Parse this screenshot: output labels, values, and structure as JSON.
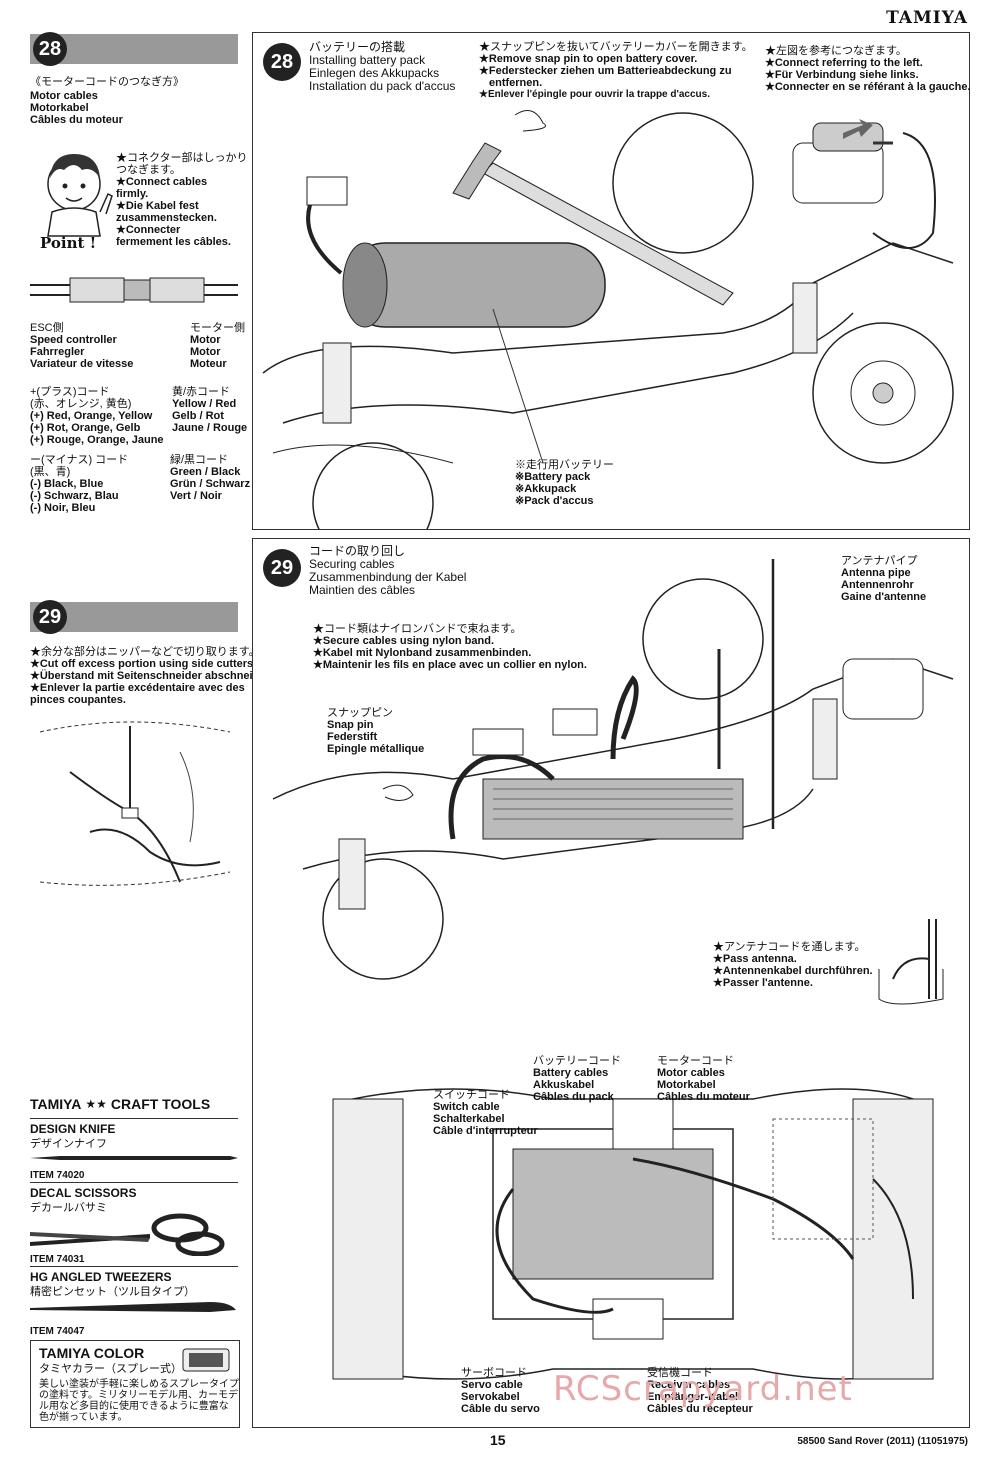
{
  "header": {
    "brand": "TAMIYA"
  },
  "sidebar": {
    "s28": {
      "number": "28",
      "title_jp": "《モーターコードのつなぎ方》",
      "title_lines": [
        "Motor cables",
        "Motorkabel",
        "Câbles du moteur"
      ],
      "point_label": "Point !",
      "tip_lines": [
        "★コネクター部はしっかり",
        "つなぎます。",
        "★Connect cables",
        "firmly.",
        "★Die Kabel fest",
        "zusammenstecken.",
        "★Connecter",
        "fermement les câbles."
      ],
      "esc_lines": [
        "ESC側",
        "Speed controller",
        "Fahrregler",
        "Variateur de vitesse"
      ],
      "motor_lines": [
        "モーター側",
        "Motor",
        "Motor",
        "Moteur"
      ],
      "plus_lines": [
        "+(プラス)コード",
        "(赤、オレンジ, 黄色)",
        "(+) Red, Orange, Yellow",
        "(+) Rot, Orange, Gelb",
        "(+) Rouge, Orange, Jaune"
      ],
      "plus_right_lines": [
        "黄/赤コード",
        "Yellow / Red",
        "Gelb / Rot",
        "Jaune / Rouge"
      ],
      "minus_lines": [
        "ー(マイナス) コード",
        "(黒、青)",
        "(-) Black, Blue",
        "(-) Schwarz, Blau",
        "(-) Noir, Bleu"
      ],
      "minus_right_lines": [
        "緑/黒コード",
        "Green / Black",
        "Grün / Schwarz",
        "Vert / Noir"
      ]
    },
    "s29": {
      "number": "29",
      "tip_lines": [
        "★余分な部分はニッパーなどで切り取ります。",
        "★Cut off excess portion using side cutters.",
        "★Überstand mit Seitenschneider abschneiden.",
        "★Enlever la partie excédentaire avec des",
        "pinces coupantes."
      ]
    },
    "tools": {
      "header_left": "TAMIYA",
      "header_right": "CRAFT TOOLS",
      "items": [
        {
          "name": "DESIGN KNIFE",
          "jp": "デザインナイフ",
          "code": "ITEM 74020"
        },
        {
          "name": "DECAL SCISSORS",
          "jp": "デカールバサミ",
          "code": "ITEM 74031"
        },
        {
          "name": "HG ANGLED TWEEZERS",
          "jp": "精密ピンセット（ツル目タイプ）",
          "code": "ITEM 74047"
        }
      ],
      "color_title": "TAMIYA COLOR",
      "color_jp": "タミヤカラー（スプレー式）",
      "color_desc_lines": [
        "美しい塗装が手軽に楽しめるスプレータイプ",
        "の塗料です。ミリタリーモデル用、カーモデ",
        "ル用など多目的に使用できるように豊富な",
        "色が揃っています。"
      ]
    }
  },
  "step28": {
    "number": "28",
    "title_lines": [
      "バッテリーの搭載",
      "Installing battery pack",
      "Einlegen des Akkupacks",
      "Installation du pack d'accus"
    ],
    "note1_lines": [
      "★スナップピンを抜いてバッテリーカバーを開きます。",
      "★Remove snap pin to open battery cover.",
      "★Federstecker ziehen um Batterieabdeckung zu",
      "entfernen.",
      "★Enlever l'épingle pour ouvrir la trappe d'accus."
    ],
    "note2_lines": [
      "★左図を参考につなぎます。",
      "★Connect referring to the left.",
      "★Für Verbindung siehe links.",
      "★Connecter en se référant à la gauche."
    ],
    "battery_lines": [
      "※走行用バッテリー",
      "※Battery pack",
      "※Akkupack",
      "※Pack d'accus"
    ]
  },
  "step29": {
    "number": "29",
    "title_lines": [
      "コードの取り回し",
      "Securing cables",
      "Zusammenbindung der Kabel",
      "Maintien des câbles"
    ],
    "antenna_pipe_lines": [
      "アンテナパイプ",
      "Antenna pipe",
      "Antennenrohr",
      "Gaine d'antenne"
    ],
    "band_lines": [
      "★コード類はナイロンバンドで束ねます。",
      "★Secure cables using nylon band.",
      "★Kabel mit Nylonband zusammenbinden.",
      "★Maintenir les fils en place avec un collier en nylon."
    ],
    "snap_pin_lines": [
      "スナップピン",
      "Snap pin",
      "Federstift",
      "Epingle métallique"
    ],
    "pass_antenna_lines": [
      "★アンテナコードを通します。",
      "★Pass antenna.",
      "★Antennenkabel durchführen.",
      "★Passer l'antenne."
    ],
    "battery_cables_lines": [
      "バッテリーコード",
      "Battery cables",
      "Akkuskabel",
      "Câbles du pack"
    ],
    "motor_cables_lines": [
      "モーターコード",
      "Motor cables",
      "Motorkabel",
      "Câbles du moteur"
    ],
    "switch_cable_lines": [
      "スイッチコード",
      "Switch cable",
      "Schalterkabel",
      "Câble d'interrupteur"
    ],
    "servo_cable_lines": [
      "サーボコード",
      "Servo cable",
      "Servokabel",
      "Câble du servo"
    ],
    "receiver_cables_lines": [
      "受信機コード",
      "Receiver cables",
      "Empfänger-Kabel",
      "Câbles du récepteur"
    ]
  },
  "footer": {
    "page_number": "15",
    "product": "58500 Sand Rover (2011) (11051975)",
    "watermark": "RCScrapyard.net"
  }
}
